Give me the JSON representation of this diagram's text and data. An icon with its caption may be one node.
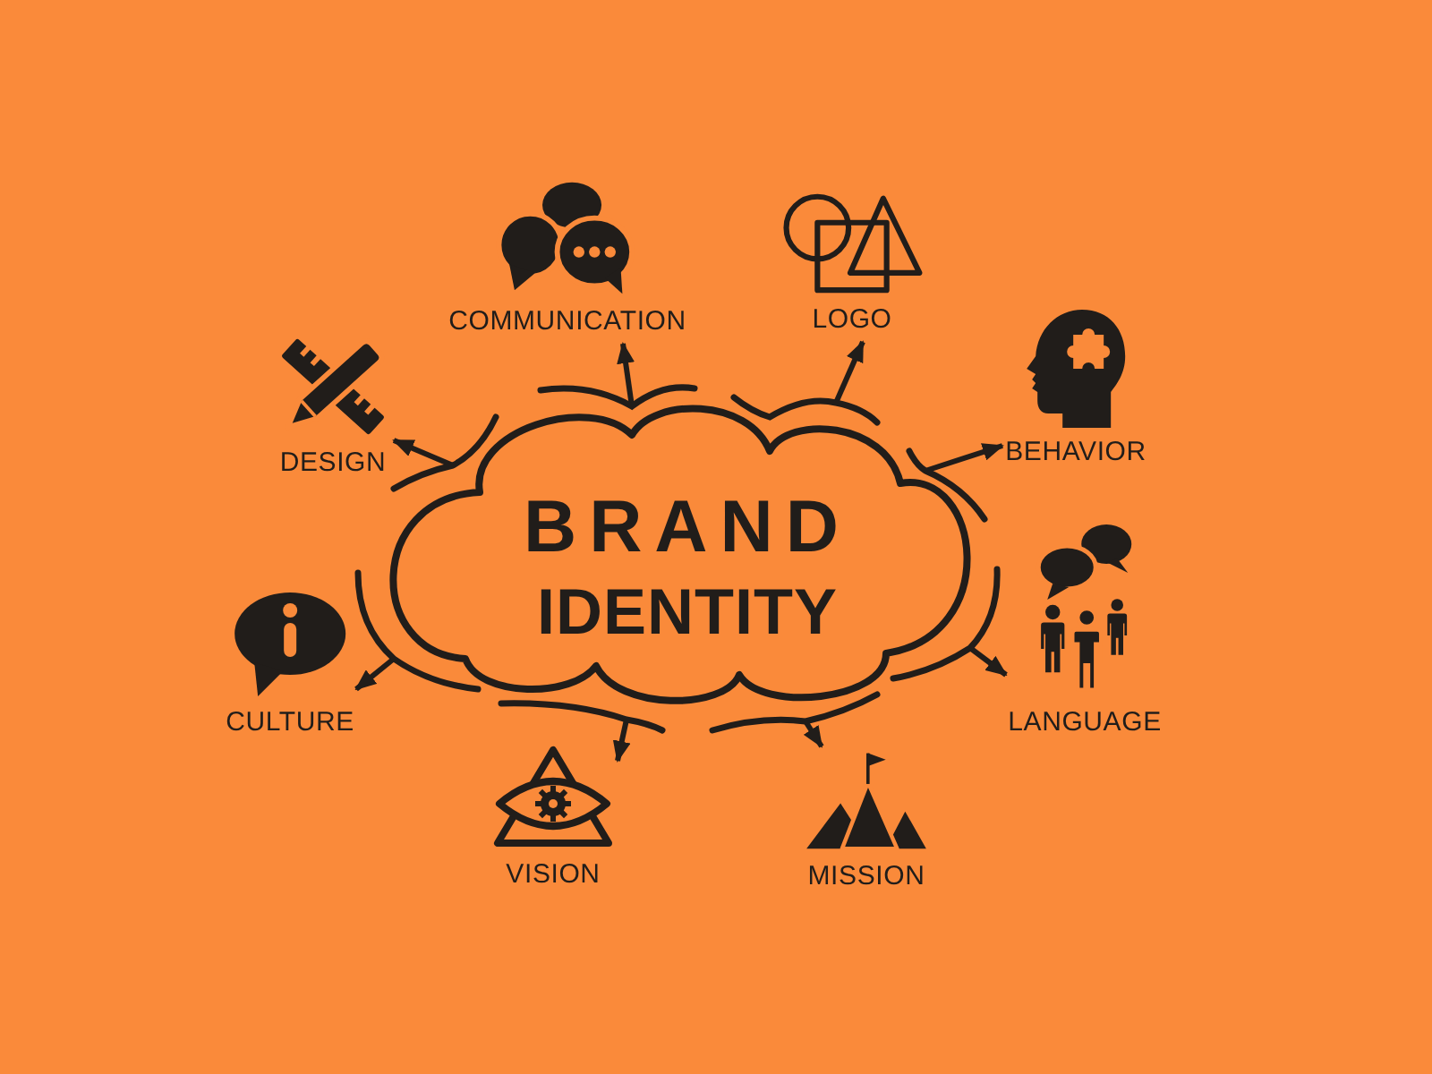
{
  "diagram": {
    "nodes": [
      {
        "text": [
          "BRAND IDENTITY"
        ]
      },
      {
        "text": [
          "COMMUNICATION"
        ]
      },
      {
        "text": [
          "LOGO"
        ]
      },
      {
        "text": [
          "DESIGN"
        ]
      },
      {
        "text": [
          "BEHAVIOR"
        ]
      },
      {
        "text": [
          "CULTURE"
        ]
      },
      {
        "text": [
          "LANGUAGE"
        ]
      },
      {
        "text": [
          "VISION"
        ]
      },
      {
        "text": [
          "MISSION"
        ]
      }
    ],
    "edges": [
      {
        "from": 0,
        "to": 1,
        "arrow": "to"
      },
      {
        "from": 0,
        "to": 2,
        "arrow": "to"
      },
      {
        "from": 0,
        "to": 3,
        "arrow": "to"
      },
      {
        "from": 0,
        "to": 4,
        "arrow": "to"
      },
      {
        "from": 0,
        "to": 5,
        "arrow": "to"
      },
      {
        "from": 0,
        "to": 6,
        "arrow": "to"
      },
      {
        "from": 0,
        "to": 7,
        "arrow": "to"
      },
      {
        "from": 0,
        "to": 8,
        "arrow": "to"
      }
    ]
  }
}
